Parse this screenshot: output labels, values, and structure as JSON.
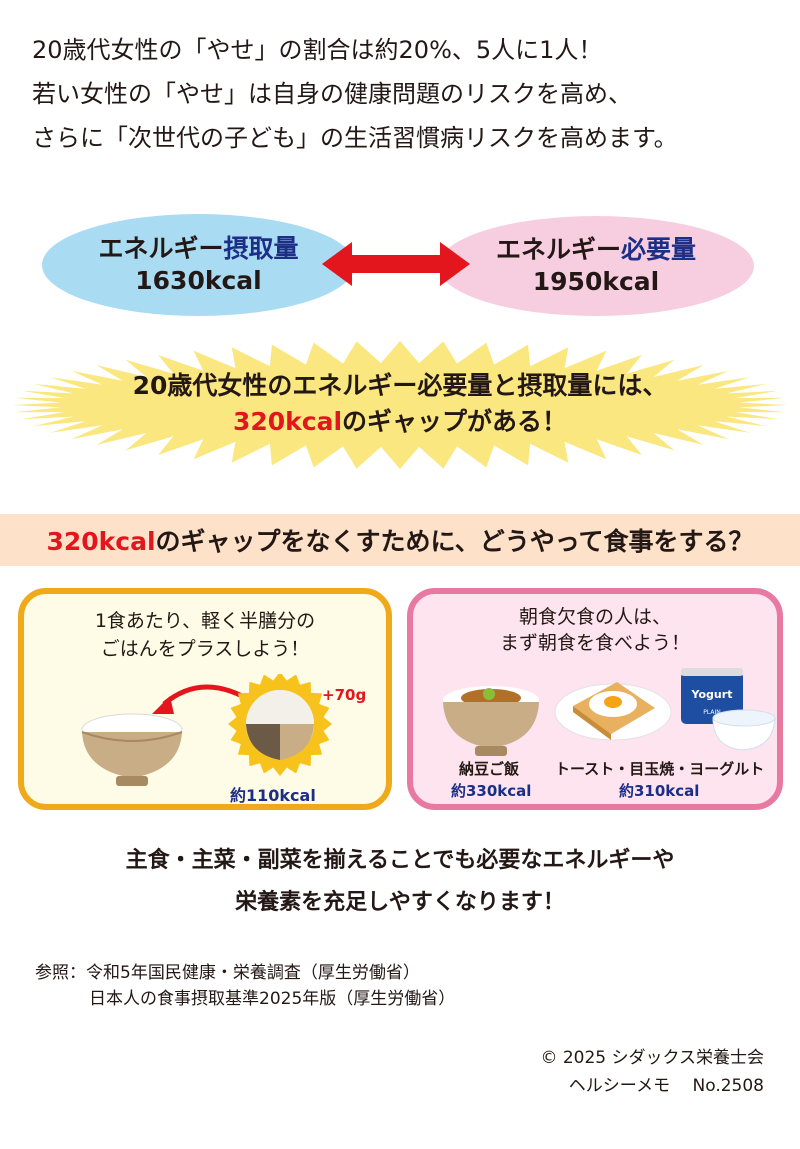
{
  "intro": {
    "line1": "20歳代女性の「やせ」の割合は約20%、5人に1人！",
    "line2": "若い女性の「やせ」は自身の健康問題のリスクを高め、",
    "line3": "さらに「次世代の子ども」の生活習慣病リスクを高めます。"
  },
  "intake": {
    "label": "エネルギー",
    "emph": "摂取量",
    "value": "1630kcal"
  },
  "need": {
    "label": "エネルギー",
    "emph": "必要量",
    "value": "1950kcal"
  },
  "burst": {
    "line1": "20歳代女性のエネルギー必要量と摂取量には、",
    "gap": "320kcal",
    "line2_rest": "のギャップがある！"
  },
  "question": {
    "gap": "320kcal",
    "rest": "のギャップをなくすために、どうやって食事をする？"
  },
  "panel_rice": {
    "title1": "1食あたり、軽く半膳分の",
    "title2": "ごはんをプラスしよう！",
    "plus": "+70g",
    "kcal": "約110kcal"
  },
  "panel_breakfast": {
    "title1": "朝食欠食の人は、",
    "title2": "まず朝食を食べよう！",
    "item1_name": "納豆ご飯",
    "item1_kcal": "約330kcal",
    "item2_name": "トースト・目玉焼・ヨーグルト",
    "item2_kcal": "約310kcal",
    "yogurt_label": "Yogurt",
    "yogurt_sub": "PLAIN"
  },
  "bottom": {
    "line1": "主食・主菜・副菜を揃えることでも必要なエネルギーや",
    "line2": "栄養素を充足しやすくなります！"
  },
  "reference": {
    "label": "参照：",
    "item1": "令和5年国民健康・栄養調査（厚生労働省）",
    "item2": "日本人の食事摂取基準2025年版（厚生労働省）"
  },
  "copyright": {
    "line1": "© 2025 シダックス栄養士会",
    "line2": "ヘルシーメモ　 No.2508"
  },
  "colors": {
    "red": "#e3161d",
    "navy": "#1d2e87",
    "blue_ellipse": "#a9dbf3",
    "pink_ellipse": "#f7cee0",
    "burst_yellow": "#fbe780",
    "band": "#fde1c8",
    "panel_orange": "#f1a91c",
    "panel_pink": "#e87aa2"
  }
}
